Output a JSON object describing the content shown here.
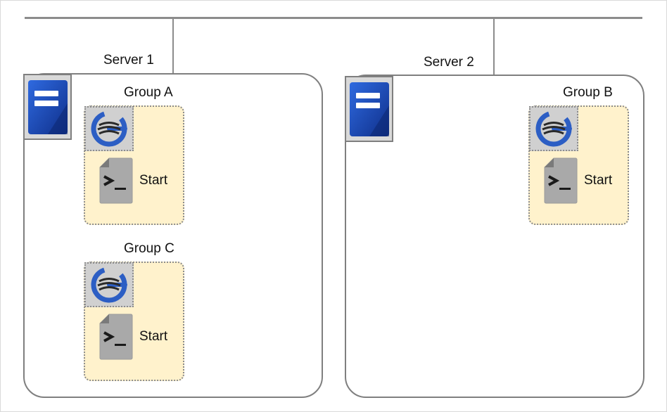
{
  "servers": [
    {
      "label": "Server 1",
      "icon": "server-icon"
    },
    {
      "label": "Server 2",
      "icon": "server-icon"
    }
  ],
  "groups": [
    {
      "label": "Group A",
      "host": "Server 1",
      "resource_icon": "failover-group-icon",
      "script_icon": "script-terminal-icon",
      "script_label": "Start"
    },
    {
      "label": "Group C",
      "host": "Server 1",
      "resource_icon": "failover-group-icon",
      "script_icon": "script-terminal-icon",
      "script_label": "Start"
    },
    {
      "label": "Group B",
      "host": "Server 2",
      "resource_icon": "failover-group-icon",
      "script_icon": "script-terminal-icon",
      "script_label": "Start"
    }
  ],
  "colors": {
    "group_fill": "#fff2cc",
    "server_icon_blue": "#1f4fb5",
    "line_gray": "#8c8c8c"
  }
}
